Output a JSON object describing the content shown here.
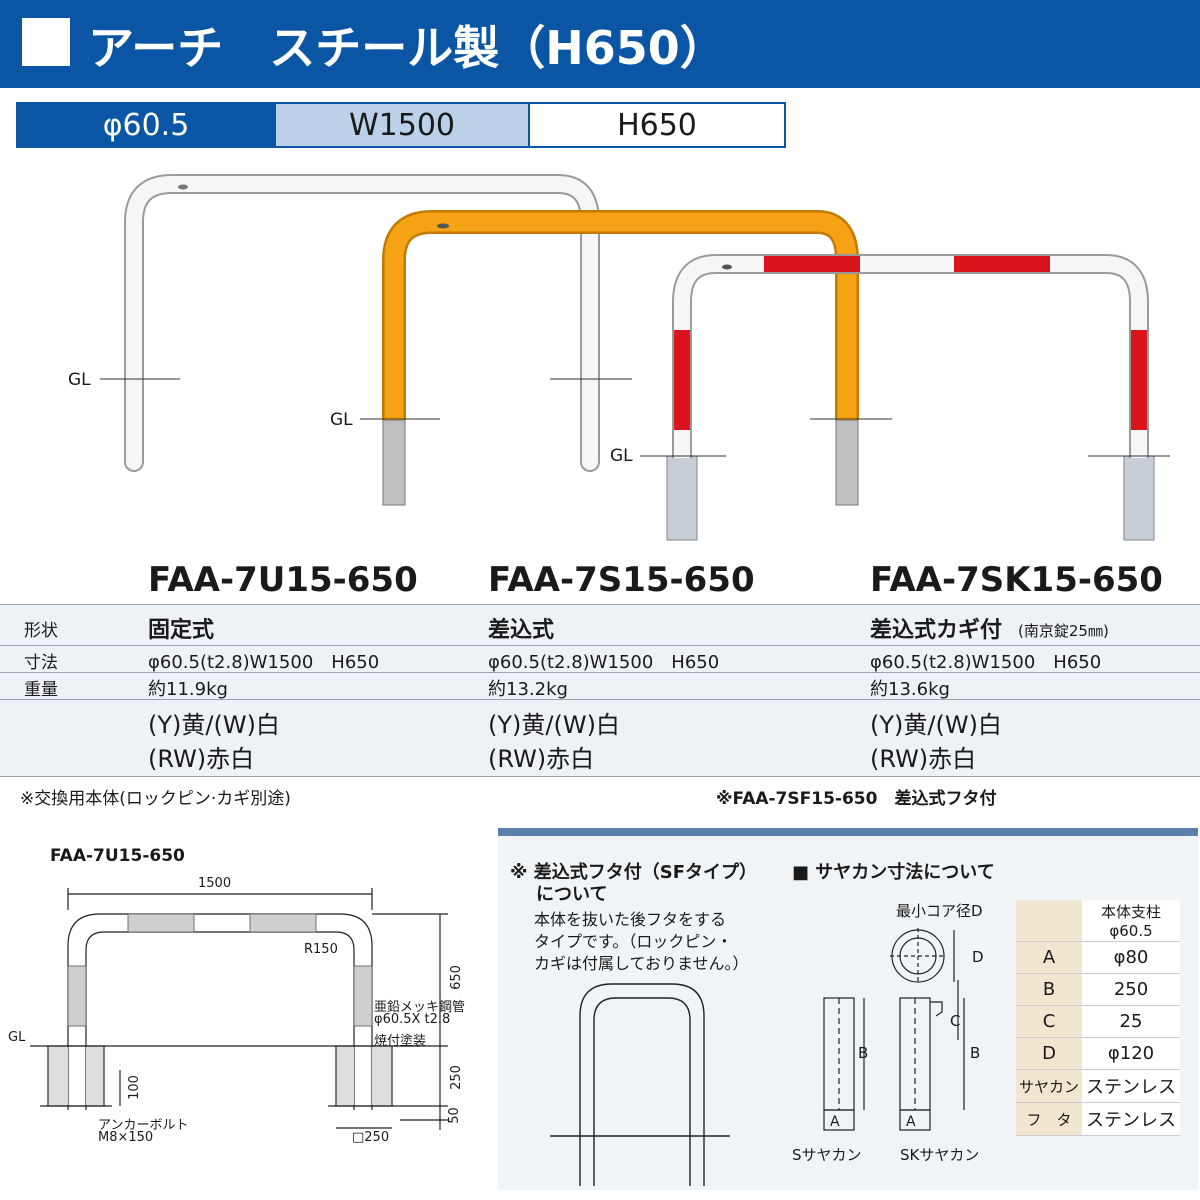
{
  "header": {
    "title": "アーチ　スチール製（H650）"
  },
  "spec_bar": {
    "diameter": "φ60.5",
    "width": "W1500",
    "height": "H650"
  },
  "photos": {
    "gl_label": "GL"
  },
  "products": [
    {
      "model": "FAA-7U15-650",
      "shape": "固定式",
      "shape_note": "",
      "dimensions": "φ60.5(t2.8)W1500　H650",
      "weight": "約11.9kg",
      "colors1": "(Y)黄/(W)白",
      "colors2": "(RW)赤白"
    },
    {
      "model": "FAA-7S15-650",
      "shape": "差込式",
      "shape_note": "",
      "dimensions": "φ60.5(t2.8)W1500　H650",
      "weight": "約13.2kg",
      "colors1": "(Y)黄/(W)白",
      "colors2": "(RW)赤白"
    },
    {
      "model": "FAA-7SK15-650",
      "shape": "差込式カギ付",
      "shape_note": "(南京錠25㎜)",
      "dimensions": "φ60.5(t2.8)W1500　H650",
      "weight": "約13.6kg",
      "colors1": "(Y)黄/(W)白",
      "colors2": "(RW)赤白"
    }
  ],
  "row_labels": {
    "shape": "形状",
    "dimensions": "寸法",
    "weight": "重量"
  },
  "notes": {
    "left": "※交換用本体(ロックピン·カギ別途)",
    "right": "※FAA-7SF15-650　差込式フタ付"
  },
  "drawing": {
    "model": "FAA-7U15-650",
    "width_label": "1500",
    "radius_label": "R150",
    "pipe_label1": "亜鉛メッキ鋼管",
    "pipe_label2": "φ60.5X t2.8",
    "finish_label": "焼付塗装",
    "gl": "GL",
    "dim_650": "650",
    "dim_250": "250",
    "dim_50": "50",
    "dim_100": "100",
    "base_250": "□250",
    "anchor1": "アンカーボルト",
    "anchor2": "M8×150"
  },
  "sf_section": {
    "title1": "※ 差込式フタ付（SFタイプ）",
    "title2": "について",
    "desc1": "本体を抜いた後フタをする",
    "desc2": "タイプです。（ロックピン・",
    "desc3": "カギは付属しておりません。）"
  },
  "sayakan_section": {
    "title": "■ サヤカン寸法について",
    "core_label": "最小コア径D",
    "label_s": "Sサヤカン",
    "label_sk": "SKサヤカン",
    "letters": {
      "a": "A",
      "b": "B",
      "c": "C",
      "d": "D"
    }
  },
  "sayakan_table": {
    "header1": "本体支柱",
    "header2": "φ60.5",
    "rows": [
      {
        "label": "A",
        "value": "φ80"
      },
      {
        "label": "B",
        "value": "250"
      },
      {
        "label": "C",
        "value": "25"
      },
      {
        "label": "D",
        "value": "φ120"
      },
      {
        "label": "サヤカン",
        "value": "ステンレス"
      },
      {
        "label": "フ　タ",
        "value": "ステンレス"
      }
    ]
  },
  "colors": {
    "brand_blue": "#0b56a4",
    "light_blue": "#bcd0ea",
    "yellow": "#f5a214",
    "red": "#d9141c"
  }
}
